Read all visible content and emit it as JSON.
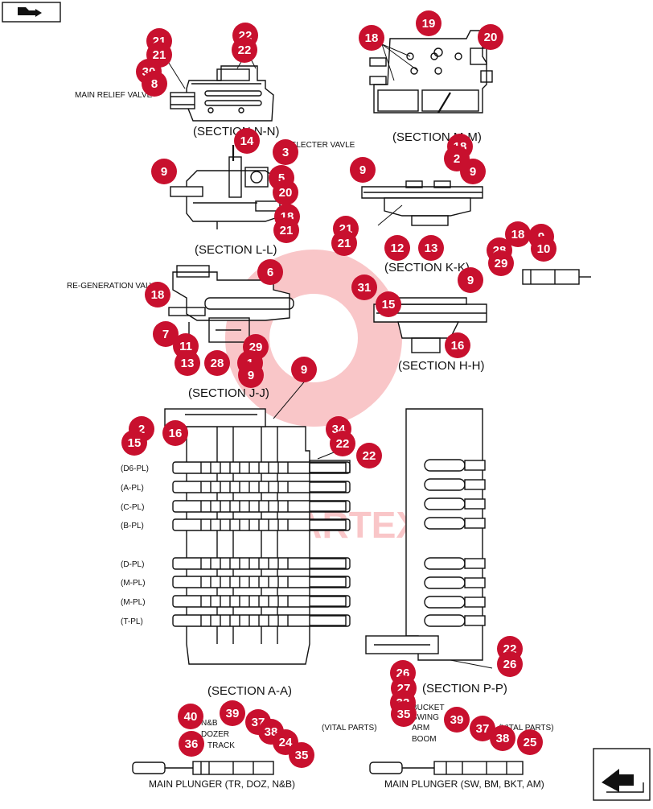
{
  "colors": {
    "badge": "#c8102e",
    "badge_text": "#ffffff",
    "watermark": "#e8202a",
    "line": "#111111"
  },
  "icons": {
    "top_left": "book-arrow-icon",
    "bottom_right": "next-page-arrow-icon"
  },
  "watermark": {
    "text": "PARTEX"
  },
  "section_titles": {
    "nn": "(SECTION N-N)",
    "mm": "(SECTION M-M)",
    "ll": "(SECTION L-L)",
    "kk": "(SECTION K-K)",
    "jj": "(SECTION J-J)",
    "hh": "(SECTION H-H)",
    "aa": "(SECTION A-A)",
    "pp": "(SECTION P-P)",
    "plunger_left": "MAIN PLUNGER (TR, DOZ, N&B)",
    "plunger_right": "MAIN PLUNGER (SW, BM, BKT, AM)"
  },
  "text_labels": {
    "main_relief": "MAIN RELIEF VALVE",
    "selector": "SELECTER VAVLE",
    "regeneration": "RE-GENERATION VALVE",
    "vital_left": "(VITAL PARTS)",
    "vital_right": "(VITAL PARTS)",
    "nb": "N&B",
    "dozer": "DOZER",
    "track": "TRACK",
    "bucket": "BUCKET",
    "swing": "SWING",
    "arm": "ARM",
    "boom": "BOOM"
  },
  "port_labels": [
    "(D6-PL)",
    "(A-PL)",
    "(C-PL)",
    "(B-PL)",
    "(D-PL)",
    "(M-PL)",
    "(M-PL)",
    "(T-PL)"
  ],
  "callouts": [
    "21",
    "22",
    "21",
    "30",
    "8",
    "22",
    "19",
    "18",
    "20",
    "14",
    "3",
    "5",
    "20",
    "18",
    "21",
    "9",
    "18",
    "2",
    "9",
    "9",
    "21",
    "21",
    "12",
    "13",
    "18",
    "9",
    "28",
    "29",
    "10",
    "9",
    "6",
    "18",
    "7",
    "11",
    "13",
    "28",
    "29",
    "1",
    "9",
    "9",
    "31",
    "15",
    "16",
    "2",
    "16",
    "15",
    "34",
    "22",
    "22",
    "22",
    "26",
    "26",
    "27",
    "33",
    "35",
    "40",
    "39",
    "37",
    "38",
    "24",
    "35",
    "36",
    "39",
    "37",
    "38",
    "25"
  ]
}
